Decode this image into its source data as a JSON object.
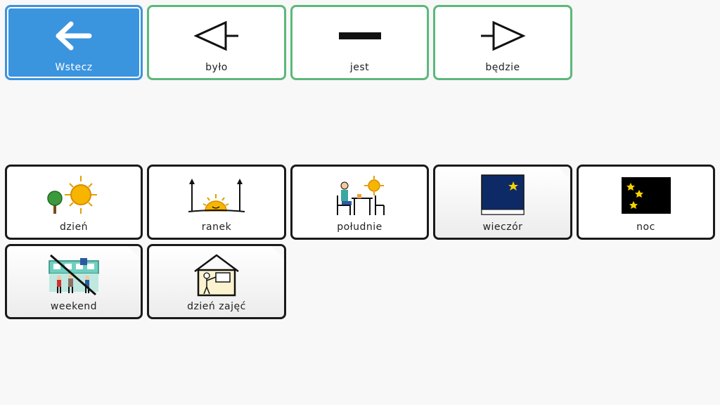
{
  "toolbar": {
    "back": {
      "label": "Wstecz",
      "icon": "arrow-left-icon"
    },
    "past": {
      "label": "było",
      "icon": "past-tense-arrow-icon"
    },
    "present": {
      "label": "jest",
      "icon": "present-tense-bar-icon"
    },
    "future": {
      "label": "będzie",
      "icon": "future-tense-arrow-icon"
    }
  },
  "grid": {
    "items": [
      {
        "label": "dzień",
        "icon": "day-sun-tree-icon"
      },
      {
        "label": "ranek",
        "icon": "sunrise-icon"
      },
      {
        "label": "południe",
        "icon": "noon-lunch-icon"
      },
      {
        "label": "wieczór",
        "icon": "evening-moon-icon",
        "folder": true
      },
      {
        "label": "noc",
        "icon": "night-moon-stars-icon"
      },
      {
        "label": "weekend",
        "icon": "weekend-icon",
        "folder": true
      },
      {
        "label": "dzień zajęć",
        "icon": "school-day-icon",
        "folder": true
      }
    ]
  },
  "colors": {
    "back_button": "#3b94de",
    "tense_border": "#5cb87a",
    "tile_border": "#1a1a1a",
    "background": "#f8f8f8"
  }
}
